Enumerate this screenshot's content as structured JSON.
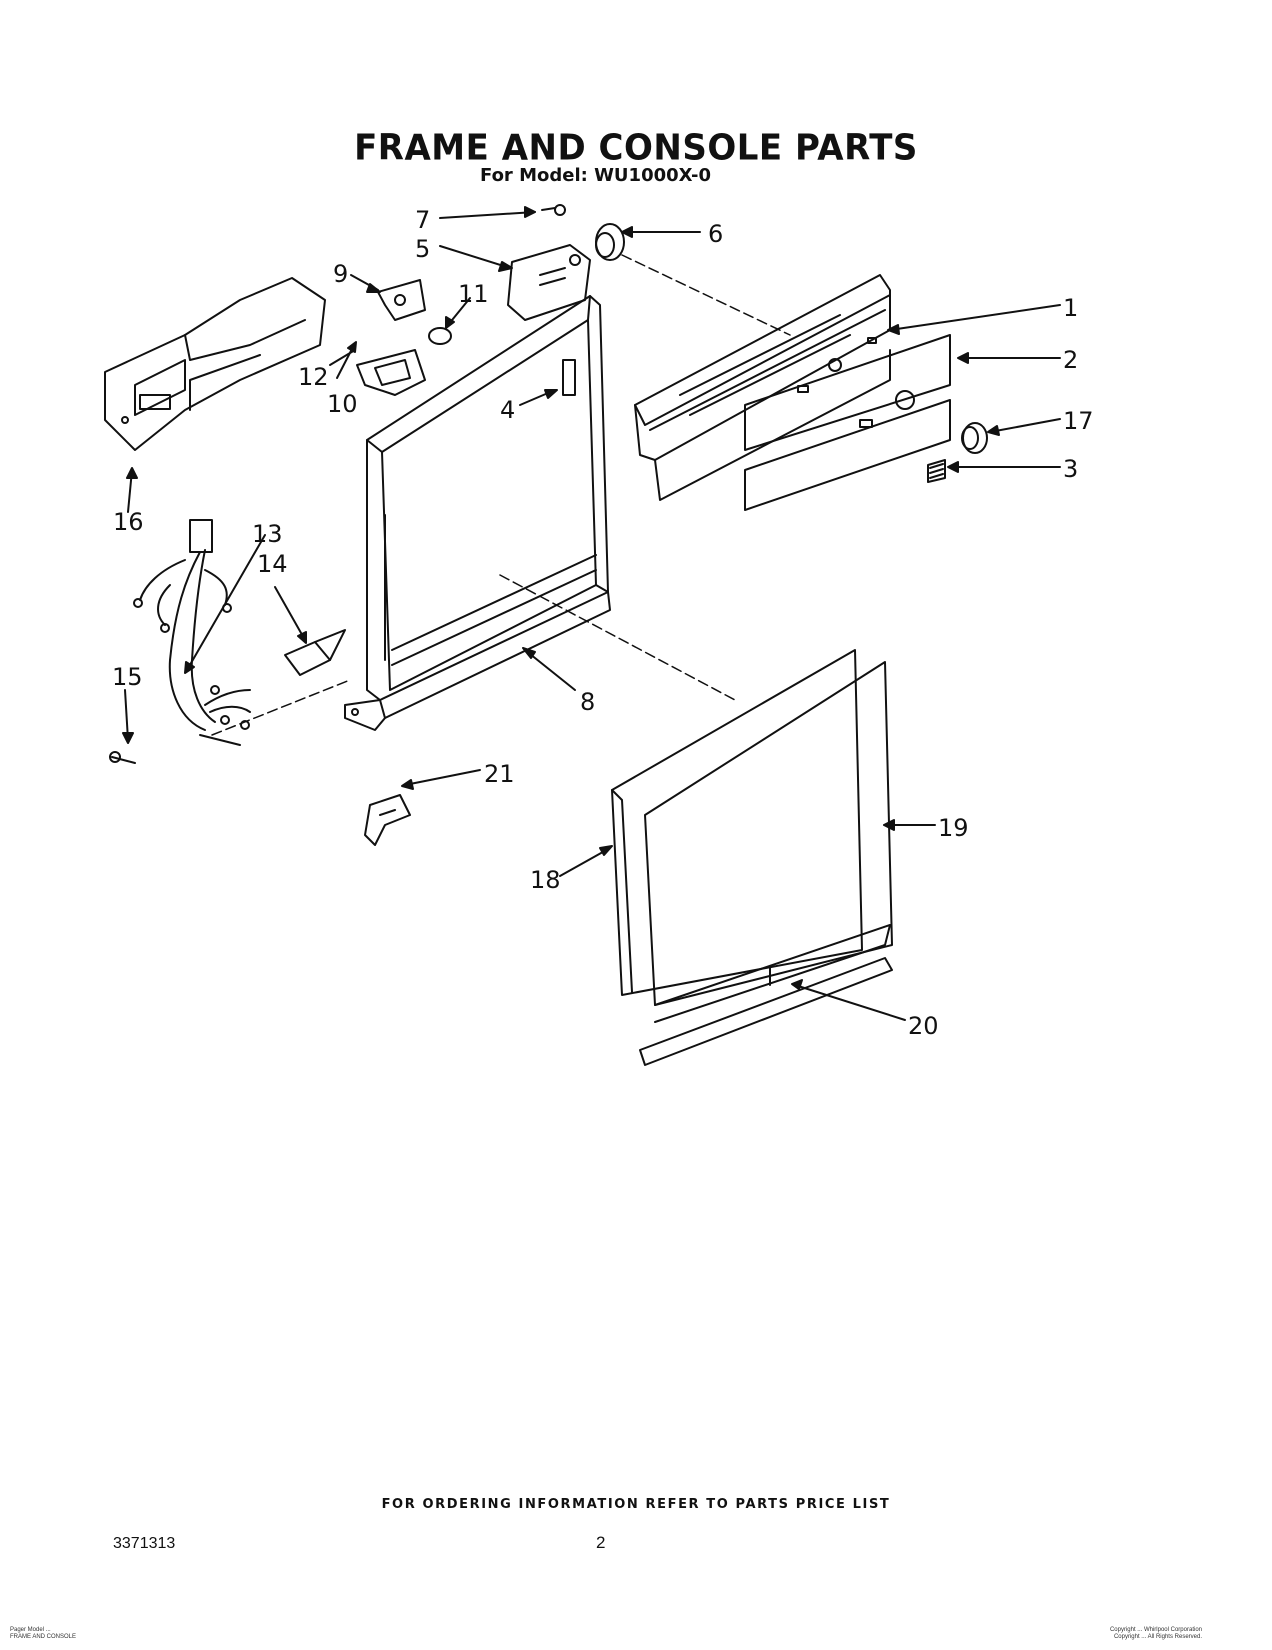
{
  "header": {
    "title": "FRAME AND CONSOLE PARTS",
    "subtitle": "For Model: WU1000X-0"
  },
  "callouts": [
    "1",
    "2",
    "3",
    "4",
    "5",
    "6",
    "7",
    "8",
    "9",
    "10",
    "11",
    "12",
    "13",
    "14",
    "15",
    "16",
    "17",
    "18",
    "19",
    "20",
    "21"
  ],
  "footer": {
    "ordering_note": "FOR ORDERING INFORMATION REFER TO PARTS PRICE LIST",
    "doc_number": "3371313",
    "page_number": "2",
    "corner_left": "Pager Model ...\nFRAME AND CONSOLE",
    "corner_right": "Copyright ... Whirlpool Corporation\nCopyright ... All Rights Reserved."
  }
}
